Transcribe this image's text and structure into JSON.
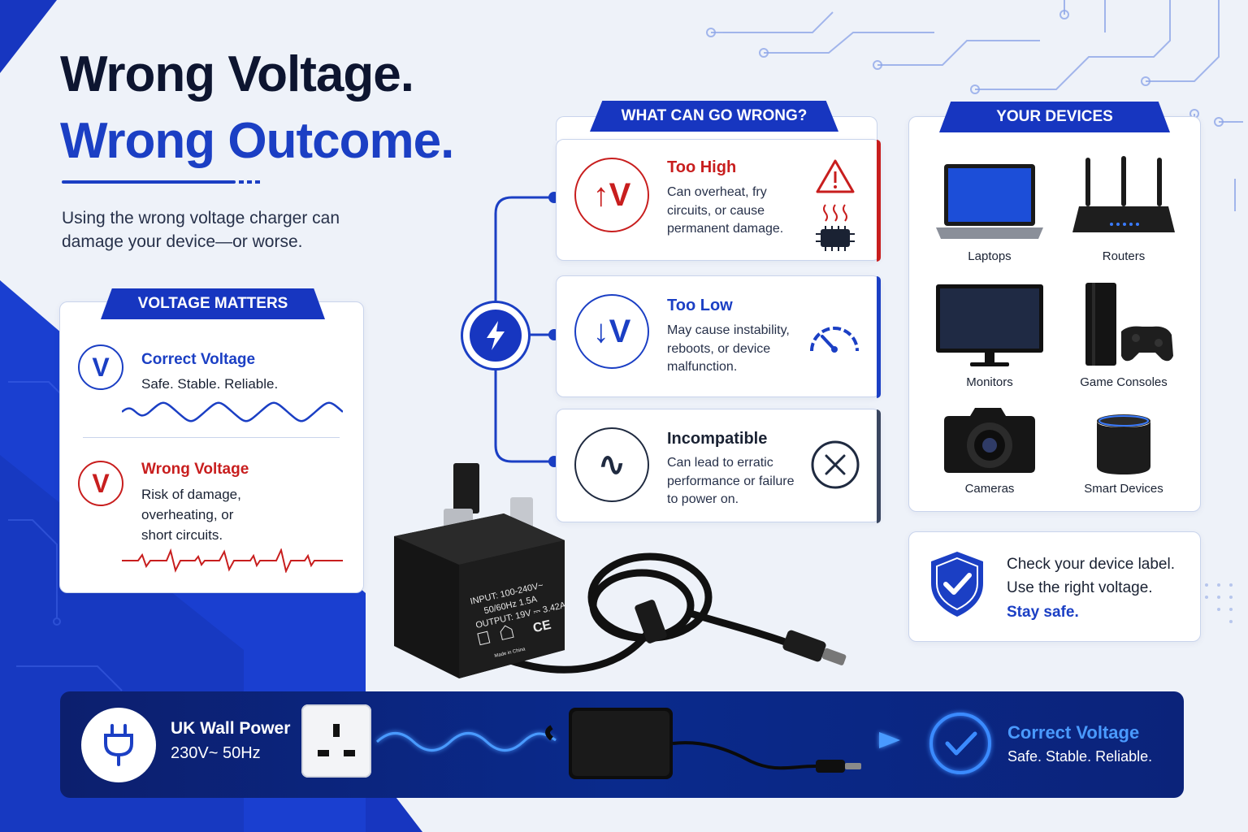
{
  "heading": {
    "line1": "Wrong Voltage.",
    "line2": "Wrong Outcome.",
    "subtitle": "Using the wrong voltage charger can damage your device—or worse."
  },
  "voltage_matters": {
    "label": "VOLTAGE MATTERS",
    "correct": {
      "icon_text": "V",
      "title": "Correct Voltage",
      "desc": "Safe. Stable. Reliable."
    },
    "wrong": {
      "icon_text": "V",
      "title": "Wrong Voltage",
      "desc_lines": [
        "Risk of damage,",
        "overheating, or",
        "short circuits."
      ]
    }
  },
  "what_can_go_wrong": {
    "label": "WHAT CAN GO WRONG?",
    "items": [
      {
        "icon_text": "↑V",
        "title": "Too High",
        "desc": "Can overheat, fry circuits, or cause permanent damage.",
        "side_icon": "warning-heat-chip-icon"
      },
      {
        "icon_text": "↓V",
        "title": "Too Low",
        "desc": "May cause instability, reboots, or device malfunction.",
        "side_icon": "gauge-icon"
      },
      {
        "icon_text": "∿",
        "title": "Incompatible",
        "desc": "Can lead to erratic performance or failure to power on.",
        "side_icon": "x-circle-icon"
      }
    ]
  },
  "charger_label": {
    "lines": [
      "INPUT: 100-240V~",
      "50/60Hz  1.5A",
      "OUTPUT: 19V ⎓ 3.42A"
    ],
    "marks": "CE",
    "made_in": "Made in China"
  },
  "devices": {
    "label": "YOUR DEVICES",
    "items": [
      "Laptops",
      "Routers",
      "Monitors",
      "Game Consoles",
      "Cameras",
      "Smart Devices"
    ]
  },
  "check": {
    "line1": "Check your device label.",
    "line2": "Use the right voltage.",
    "line3": "Stay safe."
  },
  "banner": {
    "source_title": "UK Wall Power",
    "source_spec": "230V~ 50Hz",
    "result_title": "Correct Voltage",
    "result_desc": "Safe. Stable. Reliable."
  },
  "colors": {
    "brand_blue": "#1b3fc4",
    "danger_red": "#c81e1e",
    "dark_navy": "#0d1530",
    "banner_cyan": "#3b8bff"
  }
}
